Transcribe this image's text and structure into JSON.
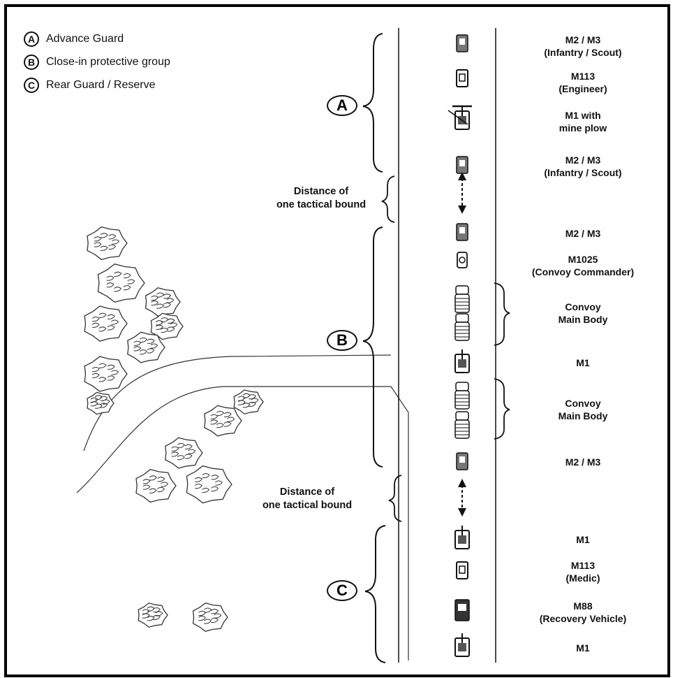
{
  "legend": [
    {
      "letter": "A",
      "text": "Advance Guard"
    },
    {
      "letter": "B",
      "text": "Close-in protective group"
    },
    {
      "letter": "C",
      "text": "Rear Guard / Reserve"
    }
  ],
  "groups": {
    "a": "A",
    "b": "B",
    "c": "C"
  },
  "distance_labels": {
    "upper": "Distance of\none tactical bound",
    "lower": "Distance of\none tactical bound"
  },
  "vehicles": [
    {
      "label": "M2 / M3\n(Infantry / Scout)",
      "icon": "m2-m3-icon"
    },
    {
      "label": "M113\n(Engineer)",
      "icon": "m113-icon"
    },
    {
      "label": "M1 with\nmine plow",
      "icon": "m1-mine-plow-icon"
    },
    {
      "label": "M2 / M3\n(Infantry / Scout)",
      "icon": "m2-m3-icon"
    },
    {
      "label": "M2 / M3",
      "icon": "m2-m3-icon"
    },
    {
      "label": "M1025\n(Convoy Commander)",
      "icon": "m1025-icon"
    },
    {
      "label": "Convoy\nMain Body",
      "icon": "truck-icon"
    },
    {
      "label": "M1",
      "icon": "m1-tank-icon"
    },
    {
      "label": "Convoy\nMain Body",
      "icon": "truck-icon"
    },
    {
      "label": "M2 / M3",
      "icon": "m2-m3-icon"
    },
    {
      "label": "M1",
      "icon": "m1-tank-icon"
    },
    {
      "label": "M113\n(Medic)",
      "icon": "m113-icon"
    },
    {
      "label": "M88\n(Recovery Vehicle)",
      "icon": "m88-icon"
    },
    {
      "label": "M1",
      "icon": "m1-tank-icon"
    }
  ],
  "colors": {
    "ink": "#111111",
    "background": "#ffffff"
  }
}
